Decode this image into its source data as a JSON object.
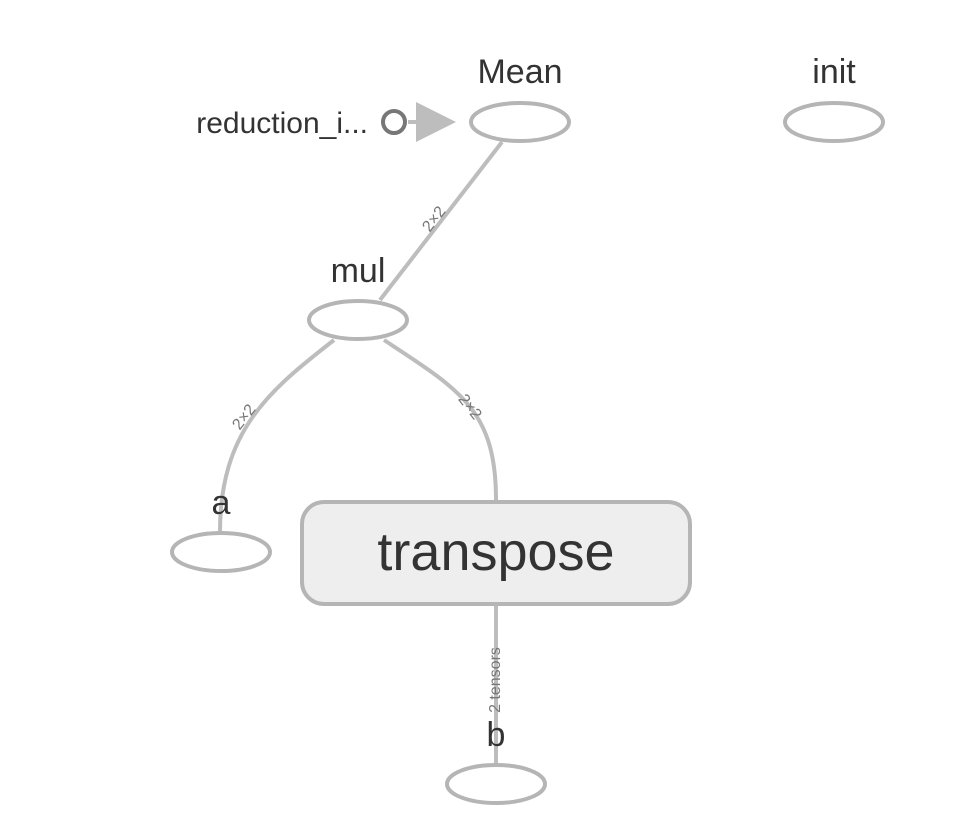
{
  "graph": {
    "nodes": {
      "mean": {
        "label": "Mean"
      },
      "init": {
        "label": "init"
      },
      "reduction": {
        "label": "reduction_i..."
      },
      "mul": {
        "label": "mul"
      },
      "a": {
        "label": "a"
      },
      "transpose": {
        "label": "transpose"
      },
      "b": {
        "label": "b"
      }
    },
    "edges": {
      "mul_to_mean": {
        "label": "2×2"
      },
      "a_to_mul": {
        "label": "2×2"
      },
      "transpose_to_mul": {
        "label": "2×2"
      },
      "b_to_transpose": {
        "label": "2 tensors"
      }
    }
  }
}
